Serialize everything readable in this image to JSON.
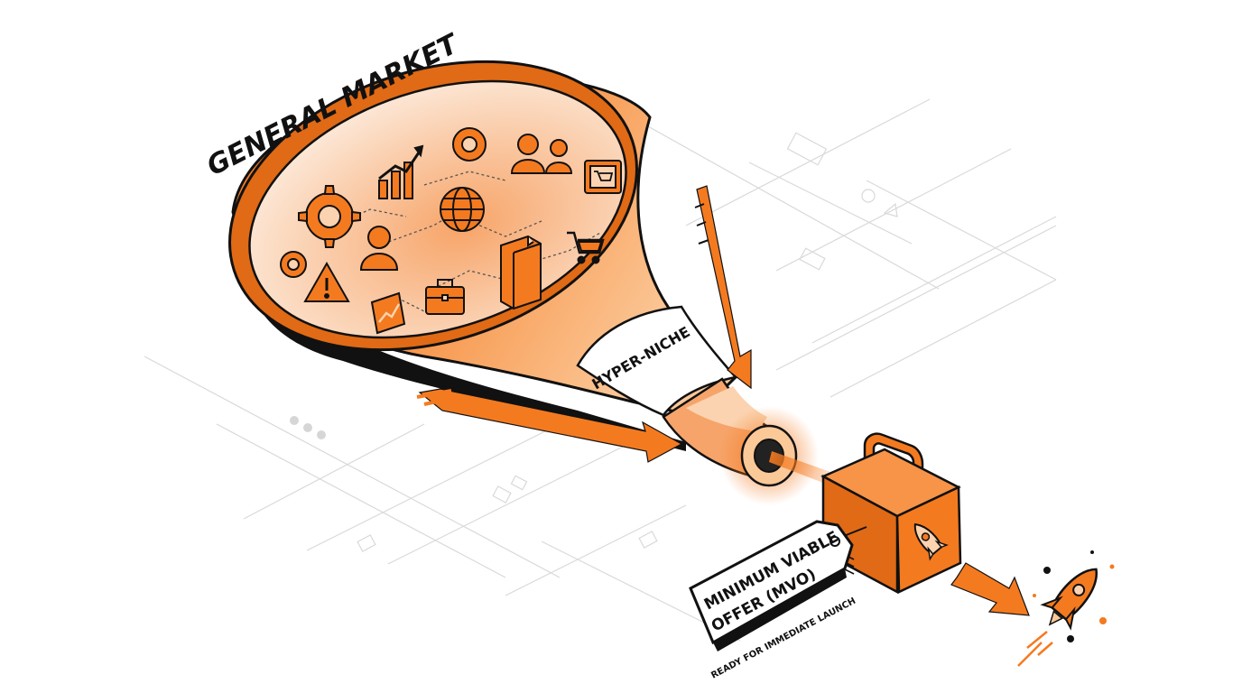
{
  "labels": {
    "general_market": "GENERAL MARKET",
    "hyper_niche": "HYPER-NICHE",
    "mvo_line1": "MINIMUM VIABLE",
    "mvo_line2": "OFFER (MVO)",
    "mvo_sub": "READY FOR IMMEDIATE LAUNCH"
  },
  "icons": [
    "gear-icon",
    "growth-chart-icon",
    "gear-icon",
    "users-icon",
    "shopping-cart-icon",
    "gear-icon",
    "user-icon",
    "globe-icon",
    "book-icon",
    "shopping-cart-icon",
    "gear-icon",
    "warning-icon",
    "chart-icon",
    "briefcase-icon",
    "rocket-icon",
    "rocket-icon"
  ],
  "colors": {
    "accent": "#F47A20",
    "accent_dark": "#C95A0E",
    "accent_light": "#FBD3B0",
    "outline": "#111111",
    "grid": "#D9D9D9"
  }
}
